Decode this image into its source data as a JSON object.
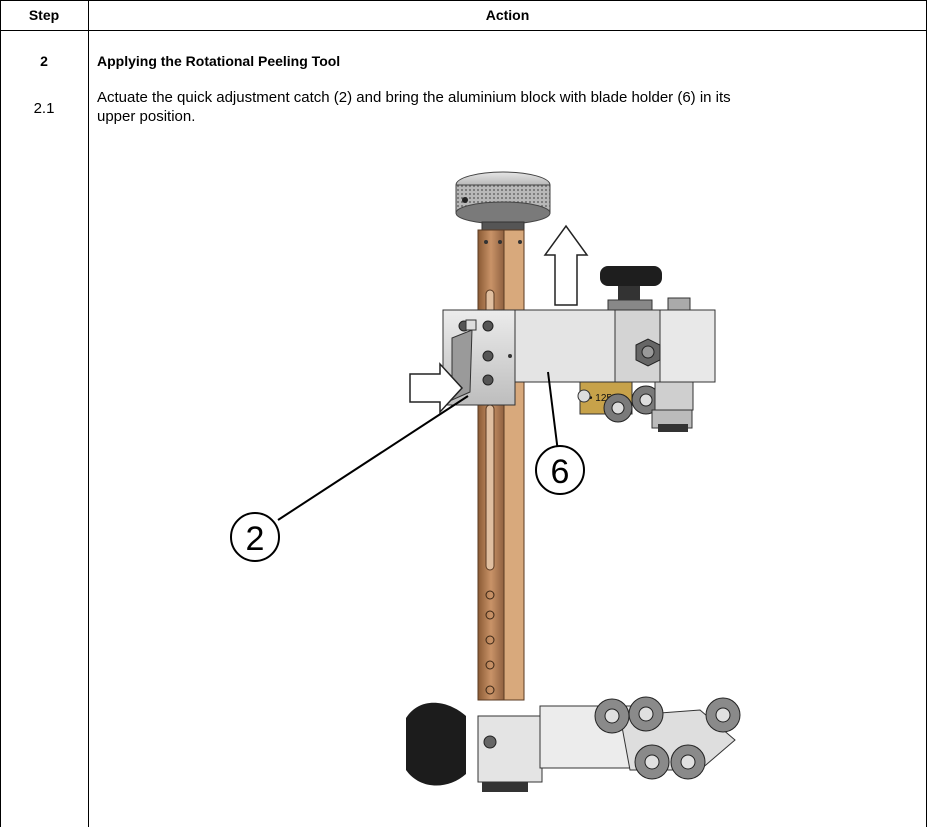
{
  "table": {
    "headers": {
      "step": "Step",
      "action": "Action"
    },
    "rows": [
      {
        "step": "2",
        "action": "Applying the Rotational Peeling Tool"
      },
      {
        "step": "2.1",
        "action_line1": "Actuate the quick adjustment catch (2) and bring the aluminium block with blade holder (6) in its",
        "action_line2": "upper position."
      }
    ]
  },
  "figure": {
    "callouts": [
      "2",
      "6"
    ],
    "scale_label": "• 125"
  }
}
